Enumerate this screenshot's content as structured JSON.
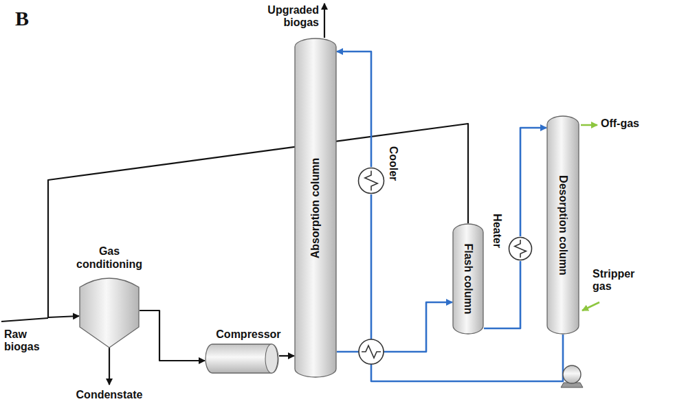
{
  "diagram": {
    "nodes": [
      {
        "text": [
          "Gas conditioning"
        ]
      },
      {
        "text": [
          "Compressor"
        ]
      },
      {
        "text": [
          "Absorption column"
        ]
      },
      {
        "text": [
          "Cooler"
        ]
      },
      {
        "text": [
          "Flash column"
        ]
      },
      {
        "text": [
          "Heater"
        ]
      },
      {
        "text": [
          "Desorption column"
        ]
      }
    ],
    "edges": [
      {
        "from": 0,
        "to": 1,
        "arrow": "to"
      },
      {
        "from": 1,
        "to": 2,
        "arrow": "to"
      },
      {
        "from": 2,
        "to": 4,
        "arrow": "to"
      },
      {
        "from": 4,
        "to": 0,
        "arrow": "to"
      },
      {
        "from": 4,
        "to": 5,
        "arrow": "none"
      },
      {
        "from": 5,
        "to": 6,
        "arrow": "to"
      },
      {
        "from": 6,
        "to": 3,
        "arrow": "none"
      },
      {
        "from": 3,
        "to": 2,
        "arrow": "to"
      }
    ],
    "labels": [
      "B",
      "Upgraded biogas",
      "Raw biogas",
      "Condenstate",
      "Off-gas",
      "Stripper gas"
    ]
  }
}
